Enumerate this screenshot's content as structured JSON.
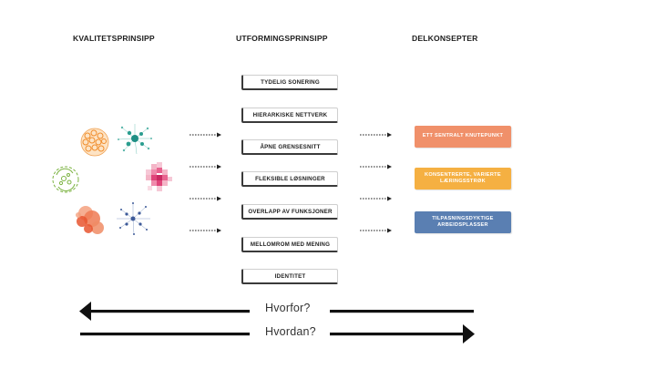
{
  "columns": {
    "left": "KVALITETSPRINSIPP",
    "middle": "UTFORMINGSPRINSIPP",
    "right": "DELKONSEPTER"
  },
  "principles": [
    "TYDELIG SONERING",
    "HIERARKISKE NETTVERK",
    "ÅPNE GRENSESNITT",
    "FLEKSIBLE LØSNINGER",
    "OVERLAPP AV FUNKSJONER",
    "MELLOMROM MED MENING",
    "IDENTITET"
  ],
  "concepts": [
    {
      "label": "ETT SENTRALT KNUTEPUNKT",
      "color": "#f0906a"
    },
    {
      "label": "KONSENTRERTE, VARIERTE LÆRINGSSTRØK",
      "color": "#f5b042"
    },
    {
      "label": "TILPASNINGSDYKTIGE ARBEIDSPLASSER",
      "color": "#5a7fb2"
    }
  ],
  "questions": {
    "why": "Hvorfor?",
    "how": "Hvordan?"
  },
  "icons": [
    {
      "name": "orange-cell-cluster-icon",
      "color": "#f2a050"
    },
    {
      "name": "teal-network-icon",
      "color": "#2a9d8f"
    },
    {
      "name": "green-cycle-icon",
      "color": "#7cb342"
    },
    {
      "name": "pink-pixel-cluster-icon",
      "color": "#e0457a"
    },
    {
      "name": "red-bubble-cluster-icon",
      "color": "#e8552f"
    },
    {
      "name": "blue-node-network-icon",
      "color": "#3d5a99"
    }
  ]
}
